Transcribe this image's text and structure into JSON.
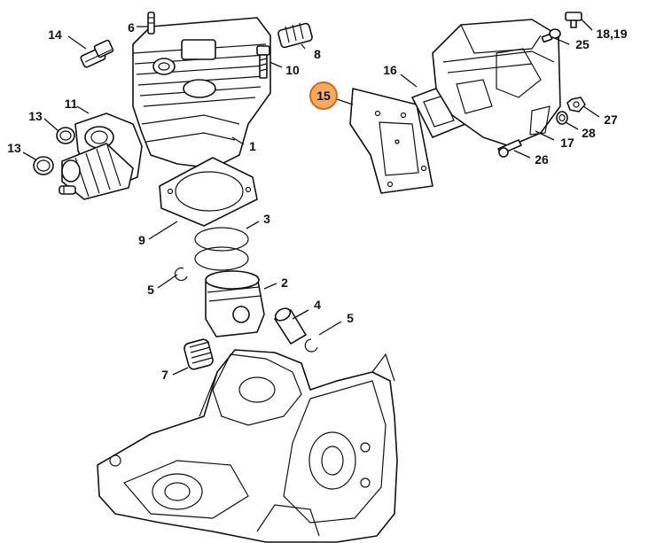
{
  "diagram": {
    "highlight_color": "#f5a963",
    "callouts": {
      "c1": "1",
      "c2": "2",
      "c3": "3",
      "c4": "4",
      "c5a": "5",
      "c5b": "5",
      "c6": "6",
      "c7": "7",
      "c8": "8",
      "c9": "9",
      "c10": "10",
      "c11": "11",
      "c13a": "13",
      "c13b": "13",
      "c14": "14",
      "c15": "15",
      "c16": "16",
      "c17": "17",
      "c1819": "18,19",
      "c25": "25",
      "c26": "26",
      "c27": "27",
      "c28": "28"
    }
  }
}
